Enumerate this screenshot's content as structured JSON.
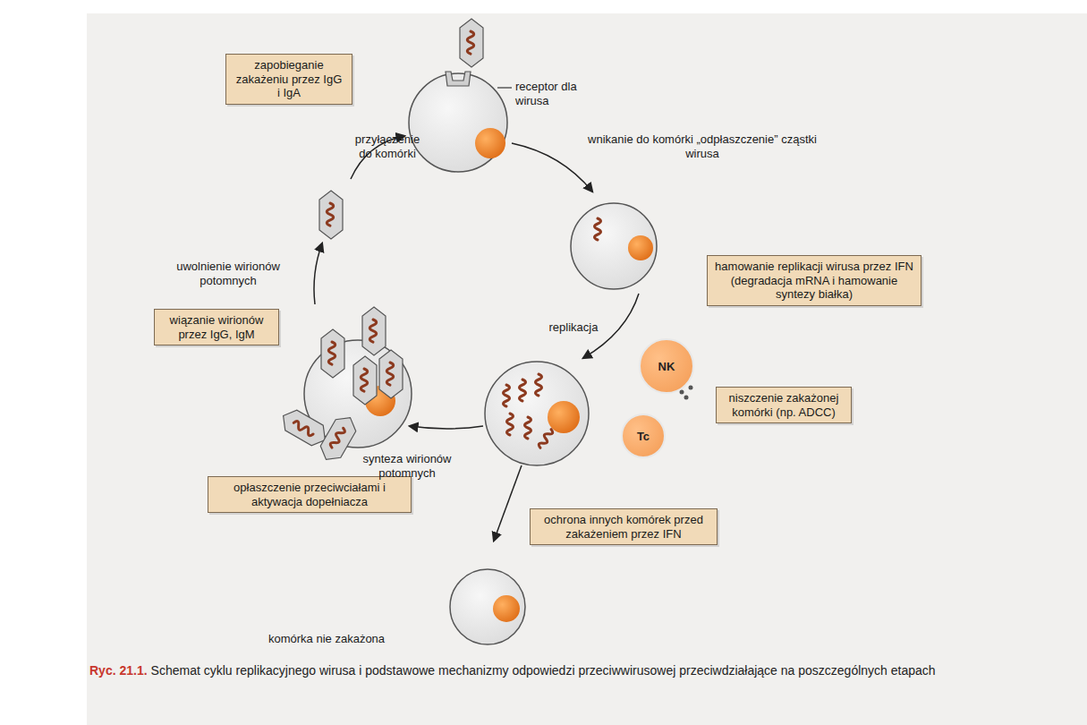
{
  "diagram": {
    "caption": "Schemat cyklu replikacyjnego wirusa i podstawowe mechanizmy odpowiedzi przeciwwirusowej przeciwdziałające na poszczególnych etapach",
    "nodes": [
      {
        "text": [
          "zapobieganie zakażeniu przez IgG i IgA"
        ]
      },
      {
        "text": [
          "hamowanie replikacji wirusa przez IFN (degradacja mRNA i hamowanie syntezy białka)"
        ]
      },
      {
        "text": [
          "wiązanie wirionów przez IgG, IgM"
        ]
      },
      {
        "text": [
          "NK"
        ]
      },
      {
        "text": [
          "Tc"
        ]
      },
      {
        "text": [
          "niszczenie zakażonej komórki (np. ADCC)"
        ]
      },
      {
        "text": [
          "opłaszczenie przeciwciałami i aktywacja dopełniacza"
        ]
      },
      {
        "text": [
          "ochrona innych komórek przed zakażeniem przez IFN"
        ]
      },
      {
        "text": [
          "komórka nie zakażona"
        ]
      }
    ],
    "labels": [
      "receptor dla wirusa",
      "przyłączenie do komórki",
      "wnikanie do komórki „odpłaszczenie” cząstki wirusa",
      "uwolnienie wirionów potomnych",
      "replikacja",
      "synteza wirionów potomnych",
      "Ryc. 21.1."
    ]
  }
}
